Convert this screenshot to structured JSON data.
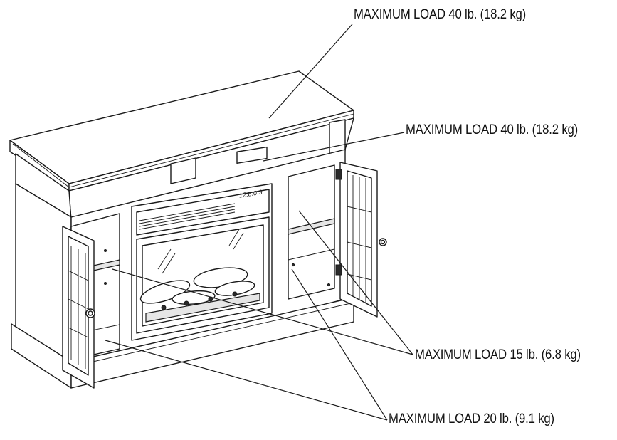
{
  "callouts": {
    "top_shelf": "MAXIMUM LOAD 40 lb. (18.2 kg)",
    "media_shelf": "MAXIMUM LOAD 40 lb. (18.2 kg)",
    "adjustable_shelves": "MAXIMUM LOAD 15 lb. (6.8 kg)",
    "cabinet_bottoms": "MAXIMUM LOAD 20 lb. (9.1 kg)"
  },
  "fireplace_display": "12.8.0 3"
}
